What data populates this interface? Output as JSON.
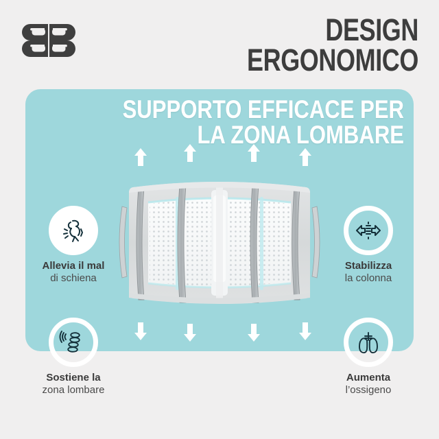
{
  "page": {
    "background_color": "#f0efef",
    "panel_color": "#9ed7dc",
    "text_color": "#3d3d3d",
    "accent_white": "#ffffff"
  },
  "header": {
    "logo_name": "bb-monogram-logo",
    "title": "DESIGN\nERGONOMICO"
  },
  "panel": {
    "headline": "SUPPORTO EFFICACE PER\nLA ZONA LOMBARE"
  },
  "product": {
    "name": "lumbar-support-belt",
    "alt": "Lumbar support belt with mesh panel and vertical stays"
  },
  "arrows": {
    "up_icon": "arrow-up-icon",
    "down_icon": "arrow-down-icon",
    "up_count": 4,
    "down_count": 4
  },
  "badges": [
    {
      "id": "allevia-il-mal-di-schiena",
      "icon": "back-pain-icon",
      "line1": "Allevia il mal",
      "line2": "di schiena",
      "ring_filled": true
    },
    {
      "id": "stabilizza-la-colonna",
      "icon": "spine-compression-arrows-icon",
      "line1": "Stabilizza",
      "line2": "la colonna",
      "ring_filled": false
    },
    {
      "id": "sostiene-la-zona-lombare",
      "icon": "vertebrae-stack-icon",
      "line1": "Sostiene la",
      "line2": "zona lombare",
      "ring_filled": false
    },
    {
      "id": "aumenta-l-ossigeno",
      "icon": "lungs-icon",
      "line1": "Aumenta",
      "line2": "l’ossigeno",
      "ring_filled": false
    }
  ]
}
